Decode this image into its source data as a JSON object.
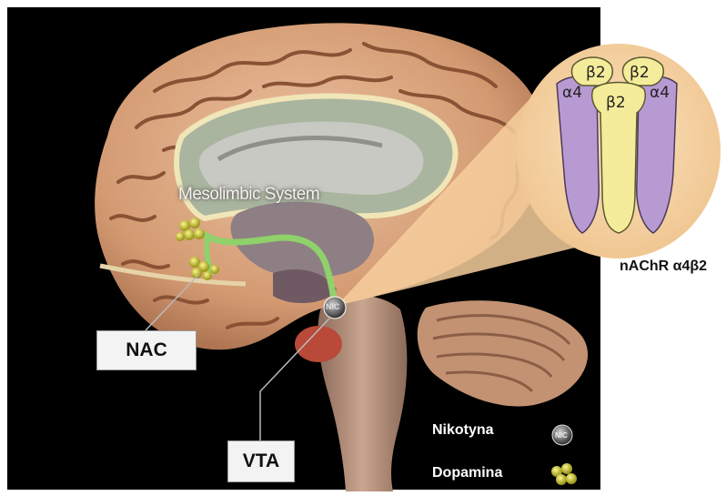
{
  "labels": {
    "system": "Mesolimbic System",
    "nac": "NAC",
    "vta": "VTA",
    "receptor": "nAChR α4β2",
    "nicotine_mark": "NIC"
  },
  "receptor_subunits": {
    "b2_left": "β2",
    "b2_right": "β2",
    "b2_center": "β2",
    "a4_left": "α4",
    "a4_right": "α4"
  },
  "legend": {
    "nicotine": "Nikotyna",
    "dopamine": "Dopamina"
  },
  "colors": {
    "background": "#000000",
    "brain": "#d9a37c",
    "pathway": "#8fd16a",
    "zoom_circle": "#f7d2a0",
    "alpha4": "#b89ad3",
    "beta2": "#f4ec9a",
    "dopamine": "#d9d33a"
  }
}
